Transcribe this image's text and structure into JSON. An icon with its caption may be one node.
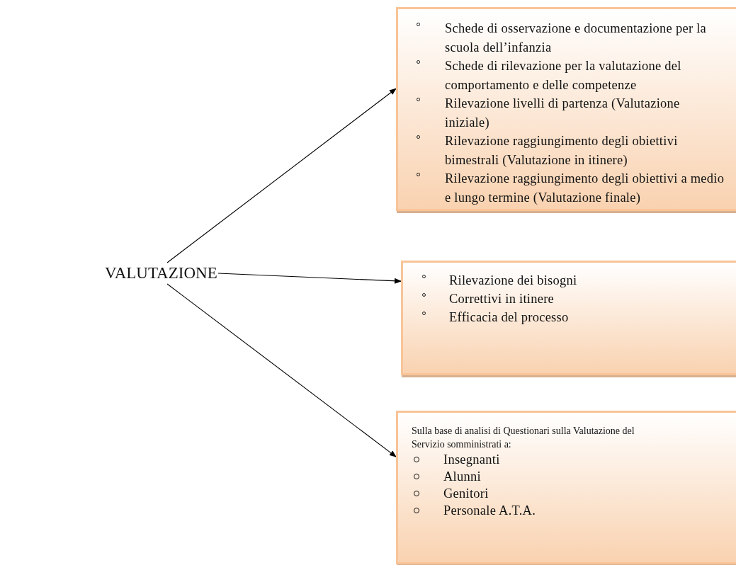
{
  "diagram": {
    "nodes": [
      {
        "text": [
          "VALUTAZIONE"
        ]
      },
      {
        "text": [
          "Schede di osservazione e documentazione per la scuola dell’infanzia",
          "Schede di rilevazione per la valutazione del comportamento e delle competenze",
          "Rilevazione livelli di partenza  (Valutazione iniziale)",
          "Rilevazione raggiungimento degli obiettivi bimestrali (Valutazione in itinere)",
          "Rilevazione raggiungimento degli obiettivi a medio e lungo termine (Valutazione finale)"
        ]
      },
      {
        "text": [
          "Rilevazione dei bisogni",
          "Correttivi in itinere",
          "Efficacia del processo"
        ]
      },
      {
        "text": [
          "Sulla base di analisi di Questionari sulla Valutazione del Servizio somministrati a:",
          "Insegnanti",
          "Alunni",
          "Genitori",
          "Personale A.T.A."
        ]
      }
    ],
    "edges": [
      {
        "from": 0,
        "to": 1,
        "arrow": "to"
      },
      {
        "from": 0,
        "to": 2,
        "arrow": "to"
      },
      {
        "from": 0,
        "to": 3,
        "arrow": "to"
      }
    ]
  }
}
